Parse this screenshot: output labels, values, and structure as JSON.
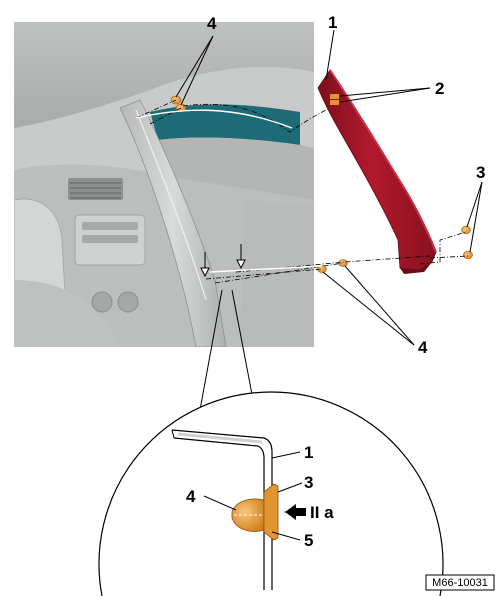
{
  "callouts": {
    "top_left_4": "4",
    "top_1": "1",
    "right_2": "2",
    "right_3": "3",
    "lower_4": "4",
    "detail_1": "1",
    "detail_3": "3",
    "detail_4": "4",
    "detail_5": "5"
  },
  "detail_arrow_label": "II a",
  "reference_code": "M66-10031",
  "colors": {
    "trim_panel": "#9e1424",
    "clip": "#e0952e",
    "interior": "#c6c8c8",
    "windscreen": "#1e6b78"
  }
}
